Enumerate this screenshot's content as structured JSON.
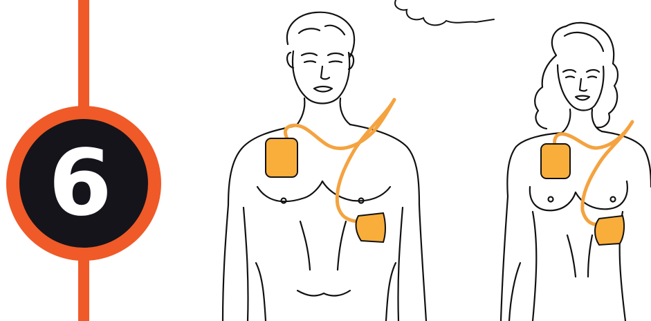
{
  "step": {
    "number": "6",
    "ring_color": "#ef5a28",
    "disc_color": "#15141b",
    "number_color": "#ffffff"
  },
  "illustration": {
    "pad_fill_color": "#f9ae3c",
    "cable_color": "#f4a340",
    "line_color": "#111111",
    "figures": [
      "male-torso",
      "female-torso"
    ],
    "icons": [
      "speech-cloud-icon",
      "defibrillator-pad-icon"
    ]
  }
}
